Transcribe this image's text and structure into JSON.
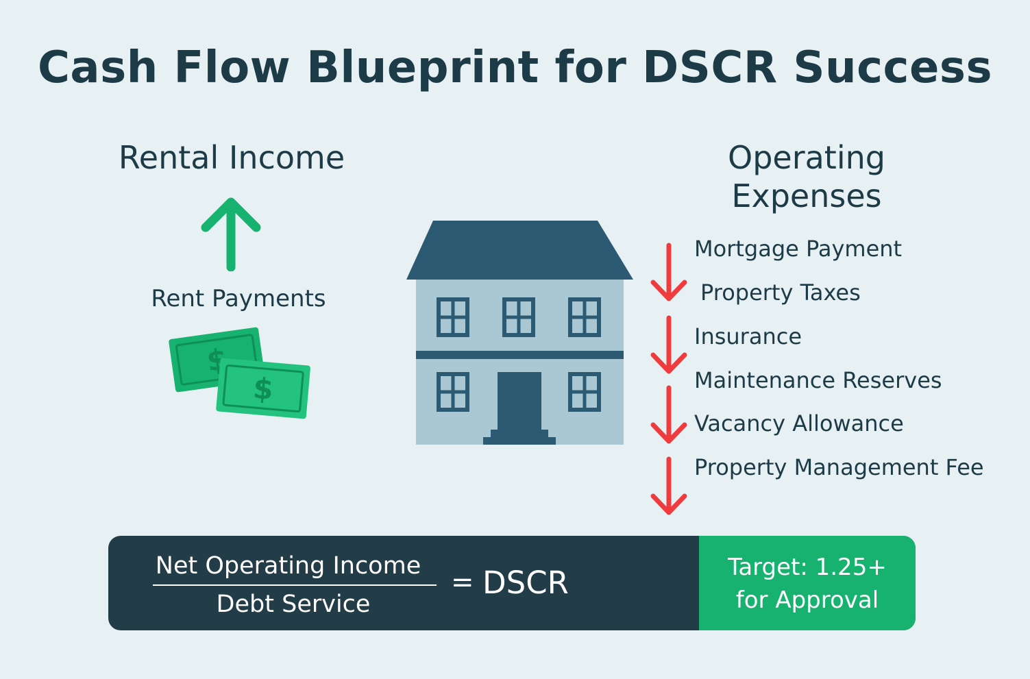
{
  "title": "Cash Flow Blueprint for DSCR Success",
  "income": {
    "heading": "Rental Income",
    "item": "Rent Payments",
    "currency_symbol": "$"
  },
  "expenses": {
    "heading_line1": "Operating",
    "heading_line2": "Expenses",
    "items": [
      "Mortgage Payment",
      "Property Taxes",
      "Insurance",
      "Maintenance Reserves",
      "Vacancy Allowance",
      "Property Management Fee"
    ]
  },
  "formula": {
    "numerator": "Net Operating Income",
    "denominator": "Debt Service",
    "equals": "=",
    "result": "DSCR"
  },
  "target": {
    "line1": "Target: 1.25+",
    "line2": "for Approval"
  },
  "colors": {
    "background": "#e7f0f2",
    "text_dark": "#1d3a47",
    "income_green": "#17b26f",
    "expense_red": "#ef3b3e",
    "house_roof": "#2d5a73",
    "house_wall": "#a9c8d4",
    "formula_bg": "#223c48"
  },
  "icons": {
    "income_arrow": "arrow-up-icon",
    "expense_arrow": "arrow-down-icon",
    "money": "money-bills-icon",
    "house": "house-icon"
  }
}
